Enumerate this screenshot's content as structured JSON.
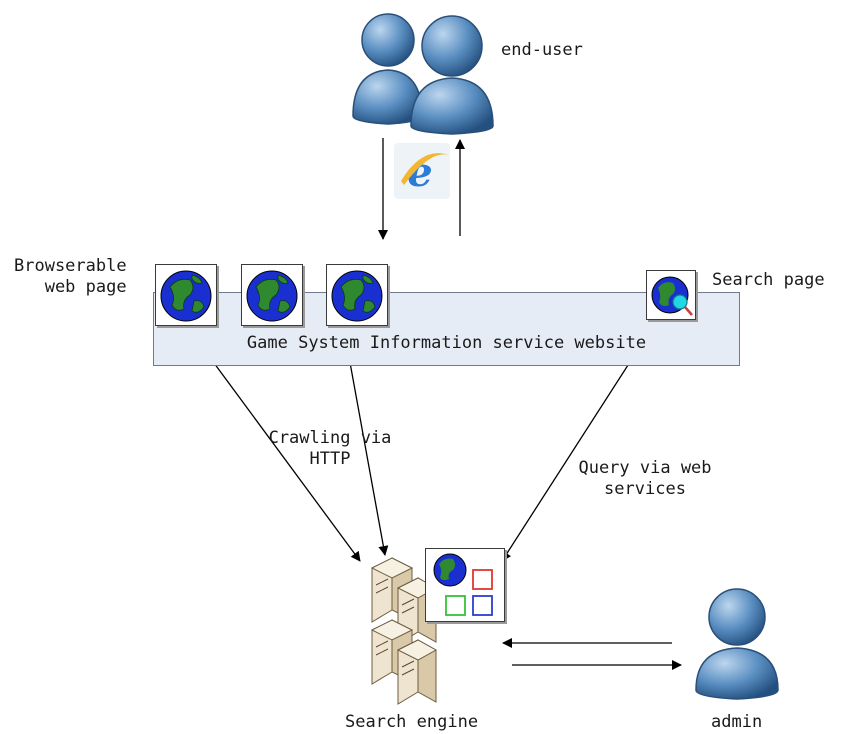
{
  "labels": {
    "end_user": "end-user",
    "browserable": "Browserable\nweb page",
    "search_page": "Search page",
    "site": "Game System Information service website",
    "crawling": "Crawling via\nHTTP",
    "query": "Query via web\nservices",
    "search_engine": "Search engine",
    "admin": "admin"
  },
  "icons": {
    "users": "users-icon",
    "browser": "internet-explorer-icon",
    "globe": "globe-icon",
    "search": "search-globe-icon",
    "server": "server-icon",
    "admin": "user-icon"
  },
  "colors": {
    "person": "#5b8fc2",
    "globe_land": "#2f8a2f",
    "globe_sea": "#1a2fd0",
    "site_bg": "#e6ecf5"
  }
}
